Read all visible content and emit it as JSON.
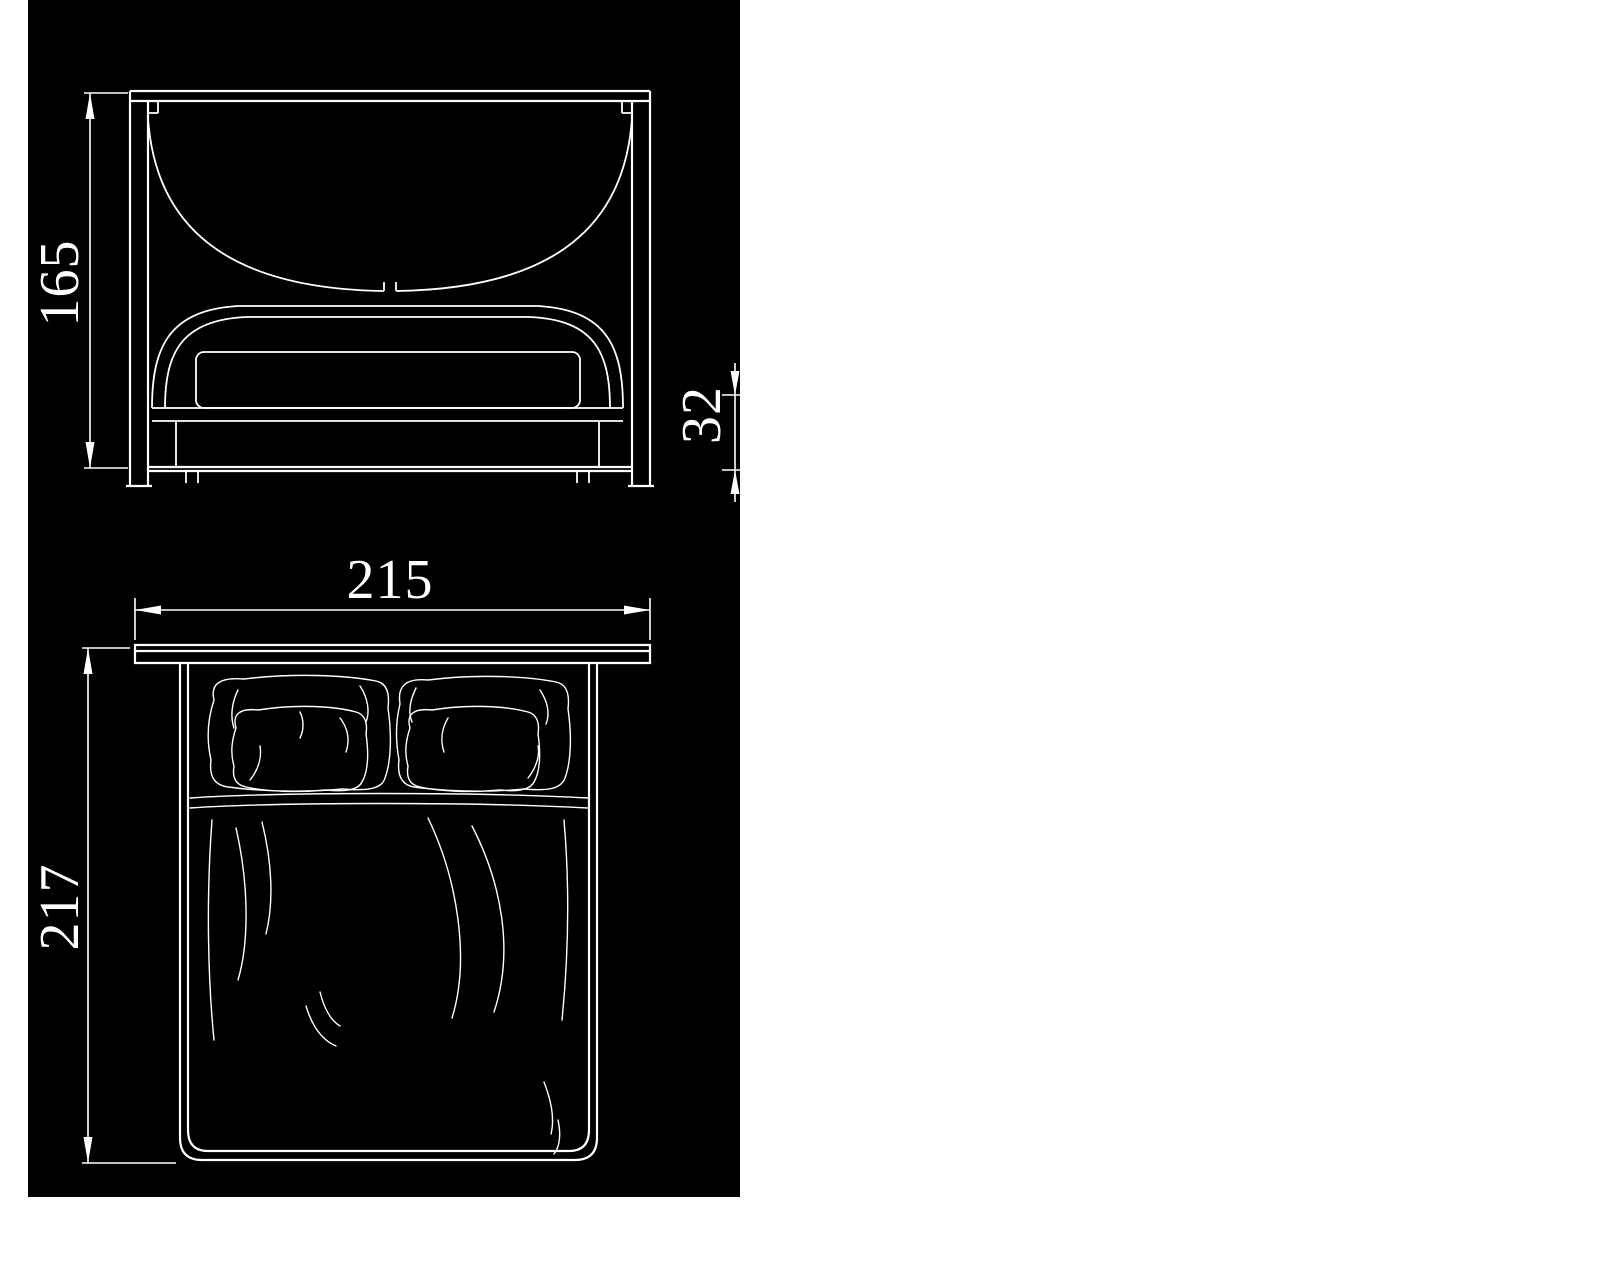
{
  "drawing": {
    "type": "cad-technical-drawing",
    "subject": "bed (front elevation and plan view)",
    "colors": {
      "page_background": "#ffffff",
      "canvas_background": "#000000",
      "line_color": "#ffffff"
    },
    "dimensions": {
      "height": "165",
      "base_height": "32",
      "width": "215",
      "depth": "217"
    }
  }
}
